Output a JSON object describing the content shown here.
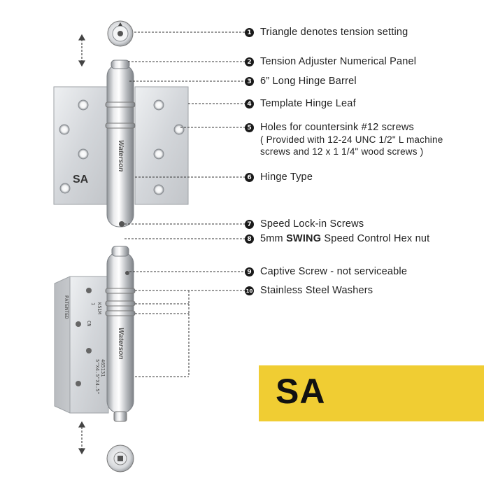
{
  "callouts": [
    {
      "num": "1",
      "text": "Triangle denotes tension setting"
    },
    {
      "num": "2",
      "text": "Tension Adjuster Numerical Panel"
    },
    {
      "num": "3",
      "text": "6” Long Hinge Barrel"
    },
    {
      "num": "4",
      "text": "Template Hinge Leaf"
    },
    {
      "num": "5",
      "text": "Holes for countersink #12 screws",
      "line2": "( Provided with 12-24 UNC 1/2\" L machine",
      "line3": "screws and 12 x 1 1/4\" wood screws )"
    },
    {
      "num": "6",
      "text": "Hinge Type"
    },
    {
      "num": "7",
      "text": "Speed Lock-in Screws"
    },
    {
      "num": "8",
      "pre": "5mm ",
      "bold": "SWING",
      "post": " Speed Control Hex nut"
    },
    {
      "num": "9",
      "text": "Captive Screw - not serviceable"
    },
    {
      "num": "10",
      "text": "Stainless Steel Washers"
    }
  ],
  "leaf_label": "SA",
  "brand": "Waterson",
  "badge": "SA",
  "leaf_markings": {
    "model": "K51M",
    "one": "1",
    "cn": "CN",
    "patented": "PATENTED",
    "patent_no": "465131",
    "size": "5\"X4.5\"X4.5\""
  },
  "colors": {
    "badge": "#f0cd33",
    "steel": "#c9ccd0",
    "line": "#333333"
  }
}
